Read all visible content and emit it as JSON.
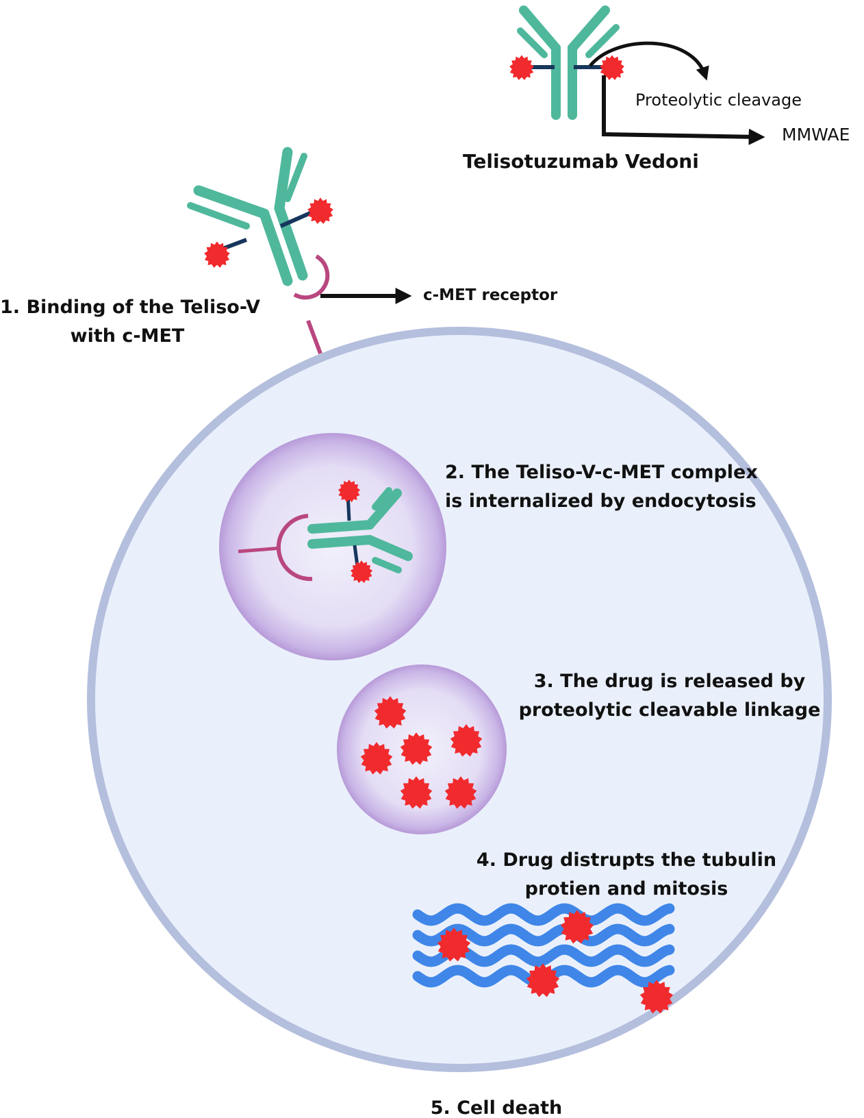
{
  "top_antibody": {
    "title": "Telisotuzumab Vedoni",
    "cleavage_label": "Proteolytic cleavage",
    "linker_label": "MMWAE"
  },
  "step1": {
    "line1": "1. Binding of the Teliso-V",
    "line2": "with c-MET",
    "receptor_label": "c-MET receptor"
  },
  "step2": {
    "line1": "2. The Teliso-V-c-MET complex",
    "line2": "is internalized by endocytosis"
  },
  "step3": {
    "line1": "3. The drug is released by",
    "line2": "proteolytic cleavable linkage"
  },
  "step4": {
    "line1": "4. Drug distrupts the tubulin",
    "line2": "protien and mitosis"
  },
  "step5": {
    "label": "5. Cell death"
  },
  "colors": {
    "antibody": "#4fb89c",
    "linker": "#17365d",
    "payload": "#f12a2e",
    "receptor": "#b9477f",
    "cell_fill": "#eaf0fb",
    "cell_membrane": "#b4bedd",
    "vesicle": "#b79ad8",
    "tubulin": "#3f86e8"
  }
}
